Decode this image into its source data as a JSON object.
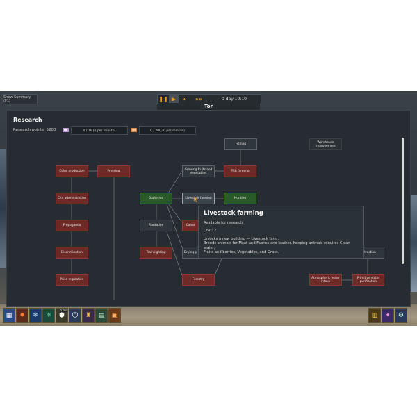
{
  "hud": {
    "summary_button": "Show Summary (F1)",
    "clock": "0 day 10:10",
    "town_name": "Tor"
  },
  "research": {
    "title": "Research",
    "points_label": "Research points: 5200",
    "progress_bars": [
      "0 / 1k (0 per minute)",
      "0 / 700 (0 per minute)"
    ]
  },
  "nodes": {
    "fishing": "Fishing",
    "warehouse": "Warehouse improvement",
    "coins": "Coins production",
    "pressing": "Pressing",
    "growing": "Growing fruits and vegetables",
    "fish_farming": "Fish farming",
    "city_admin": "City administration",
    "gathering": "Gathering",
    "livestock": "Livestock farming",
    "hunting": "Hunting",
    "propaganda": "Propaganda",
    "plantation": "Plantation",
    "cannibalism": "Canni",
    "discrimination": "Discrimination",
    "train_lighting": "Train lighting",
    "drying": "Drying p",
    "extraction": "extraction",
    "price_regulation": "Price regulation",
    "forestry": "Forestry",
    "atmo_water": "Atmospheric water intake",
    "primitive_water": "Primitive water purification"
  },
  "tooltip": {
    "title": "Livestock farming",
    "status": "Available for research",
    "cost": "Cost: 2",
    "unlocks": "Unlocks a new building — Livestock farm.",
    "desc1": "Breeds animals for Meat and Fabrics and leather. Keeping animals requires Clean water,",
    "desc2": "Fruits and berries, Vegetables, and Grass."
  },
  "toolbar": {
    "badge": "5200",
    "icons": [
      "map-icon",
      "explosion-icon",
      "snowflake-icon",
      "atom-icon",
      "resources-icon",
      "people-icon",
      "helmet-icon",
      "chart-board-icon",
      "crate-icon",
      "bars-chart-icon",
      "magic-icon",
      "gear-icon"
    ]
  }
}
